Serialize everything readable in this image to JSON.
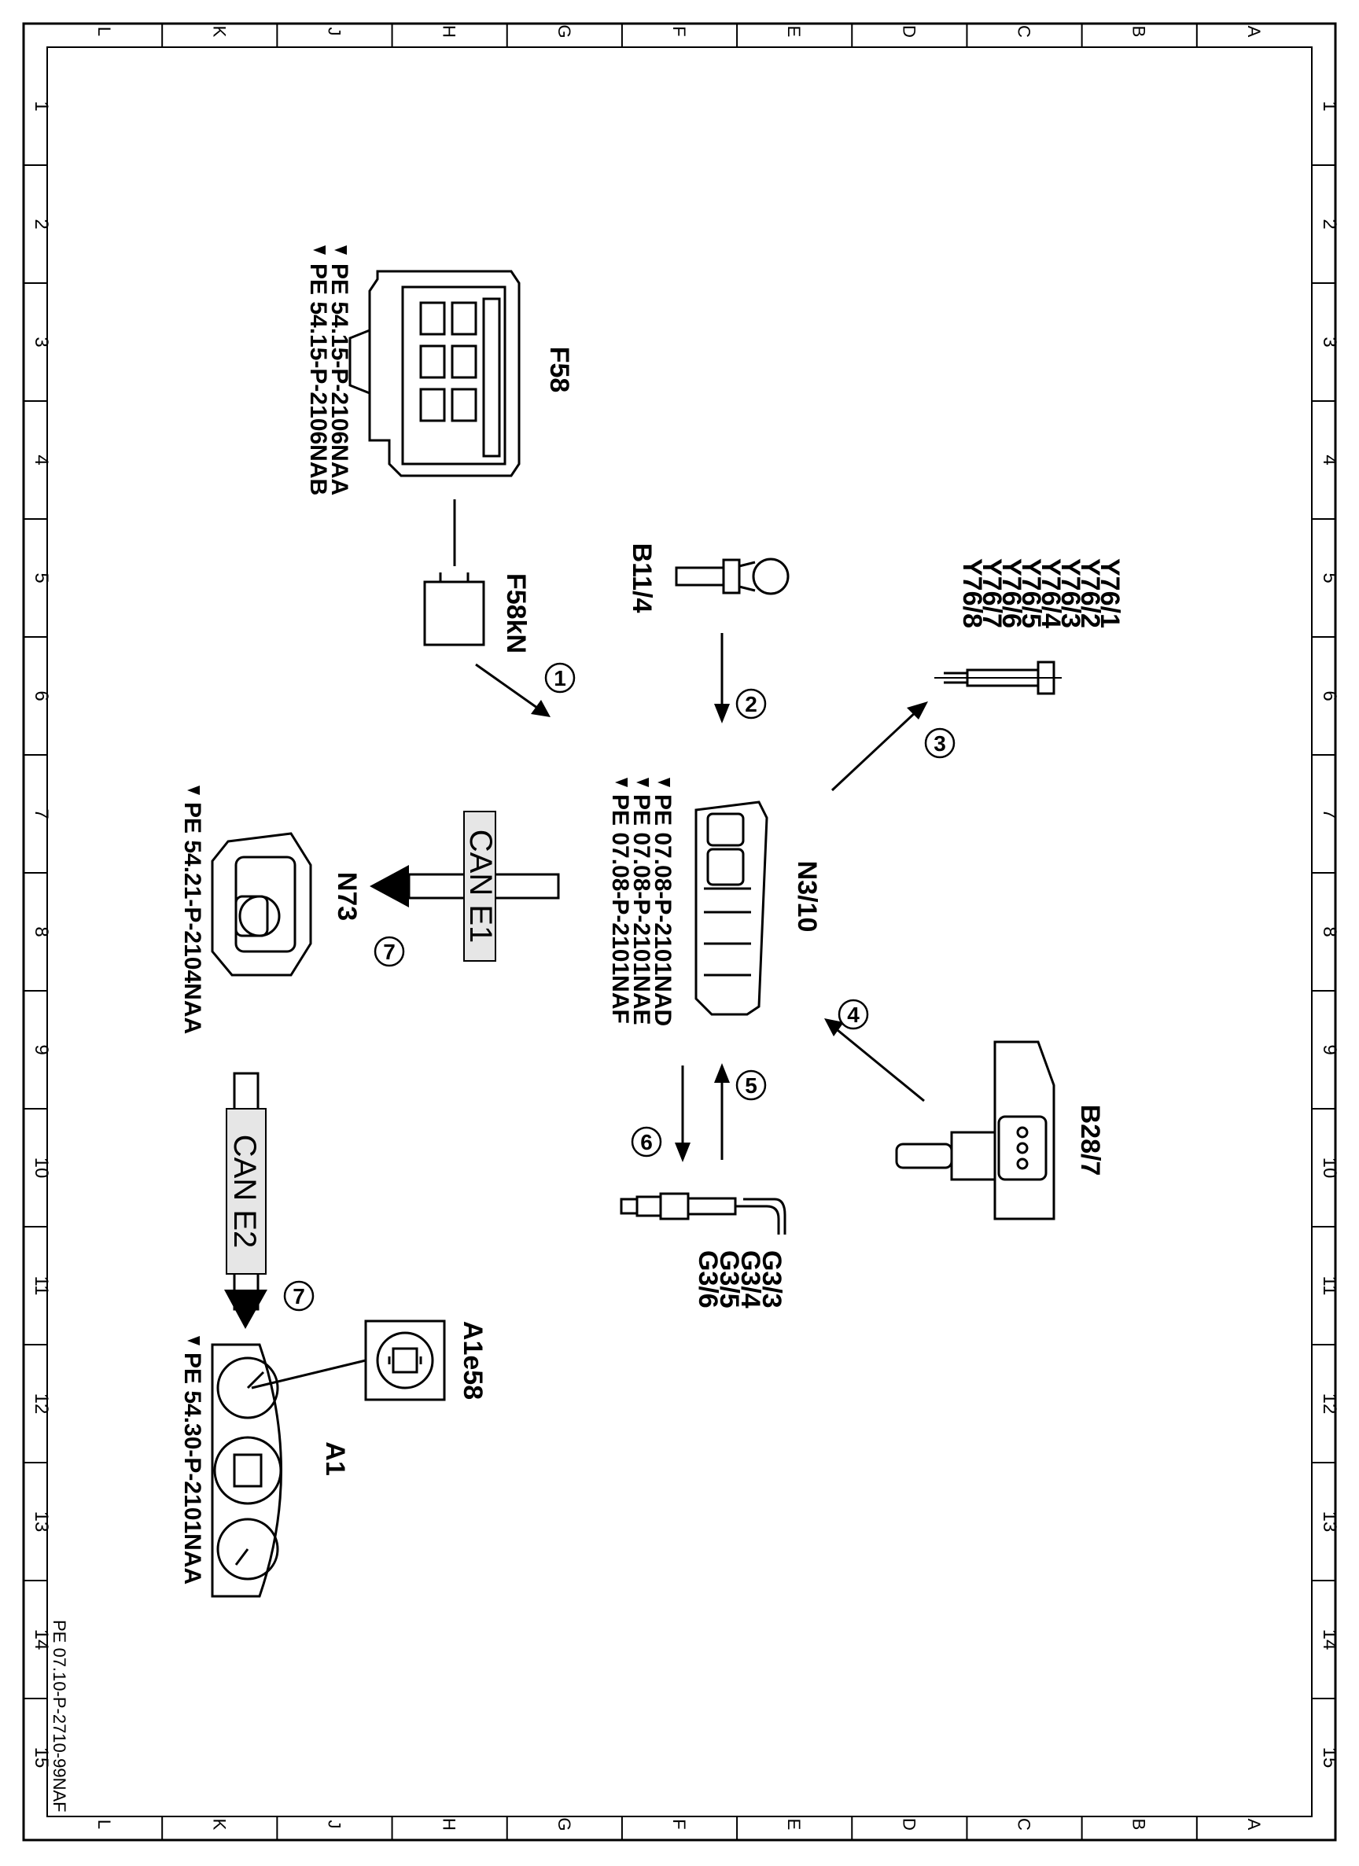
{
  "grid": {
    "letters": [
      "L",
      "K",
      "J",
      "H",
      "G",
      "F",
      "E",
      "D",
      "C",
      "B",
      "A"
    ],
    "numbers": [
      "1",
      "2",
      "3",
      "4",
      "5",
      "6",
      "7",
      "8",
      "9",
      "10",
      "11",
      "12",
      "13",
      "14",
      "15"
    ]
  },
  "components": {
    "f58": {
      "label": "F58",
      "refs": [
        "PE 54.15-P-2106NAA",
        "PE 54.15-P-2106NAB"
      ]
    },
    "f58kn": {
      "label": "F58kN"
    },
    "b11_4": {
      "label": "B11/4"
    },
    "y76": {
      "labels": [
        "Y76/1",
        "Y76/2",
        "Y76/3",
        "Y76/4",
        "Y76/5",
        "Y76/6",
        "Y76/7",
        "Y76/8"
      ]
    },
    "n3_10": {
      "label": "N3/10",
      "refs": [
        "PE 07.08-P-2101NAD",
        "PE 07.08-P-2101NAE",
        "PE 07.08-P-2101NAF"
      ]
    },
    "n73": {
      "label": "N73",
      "refs": [
        "PE 54.21-P-2104NAA"
      ]
    },
    "b28_7": {
      "label": "B28/7"
    },
    "g3": {
      "labels": [
        "G3/3",
        "G3/4",
        "G3/5",
        "G3/6"
      ]
    },
    "a1e58": {
      "label": "A1e58"
    },
    "a1": {
      "label": "A1",
      "refs": [
        "PE 54.30-P-2101NAA"
      ]
    }
  },
  "signals": {
    "s1": "1",
    "s2": "2",
    "s3": "3",
    "s4": "4",
    "s5": "5",
    "s6": "6",
    "s7a": "7",
    "s7b": "7"
  },
  "bus": {
    "can_e1": "CAN E1",
    "can_e2": "CAN E2"
  },
  "footer": {
    "doc_id": "PE 07.10-P-2710-99NAF"
  }
}
